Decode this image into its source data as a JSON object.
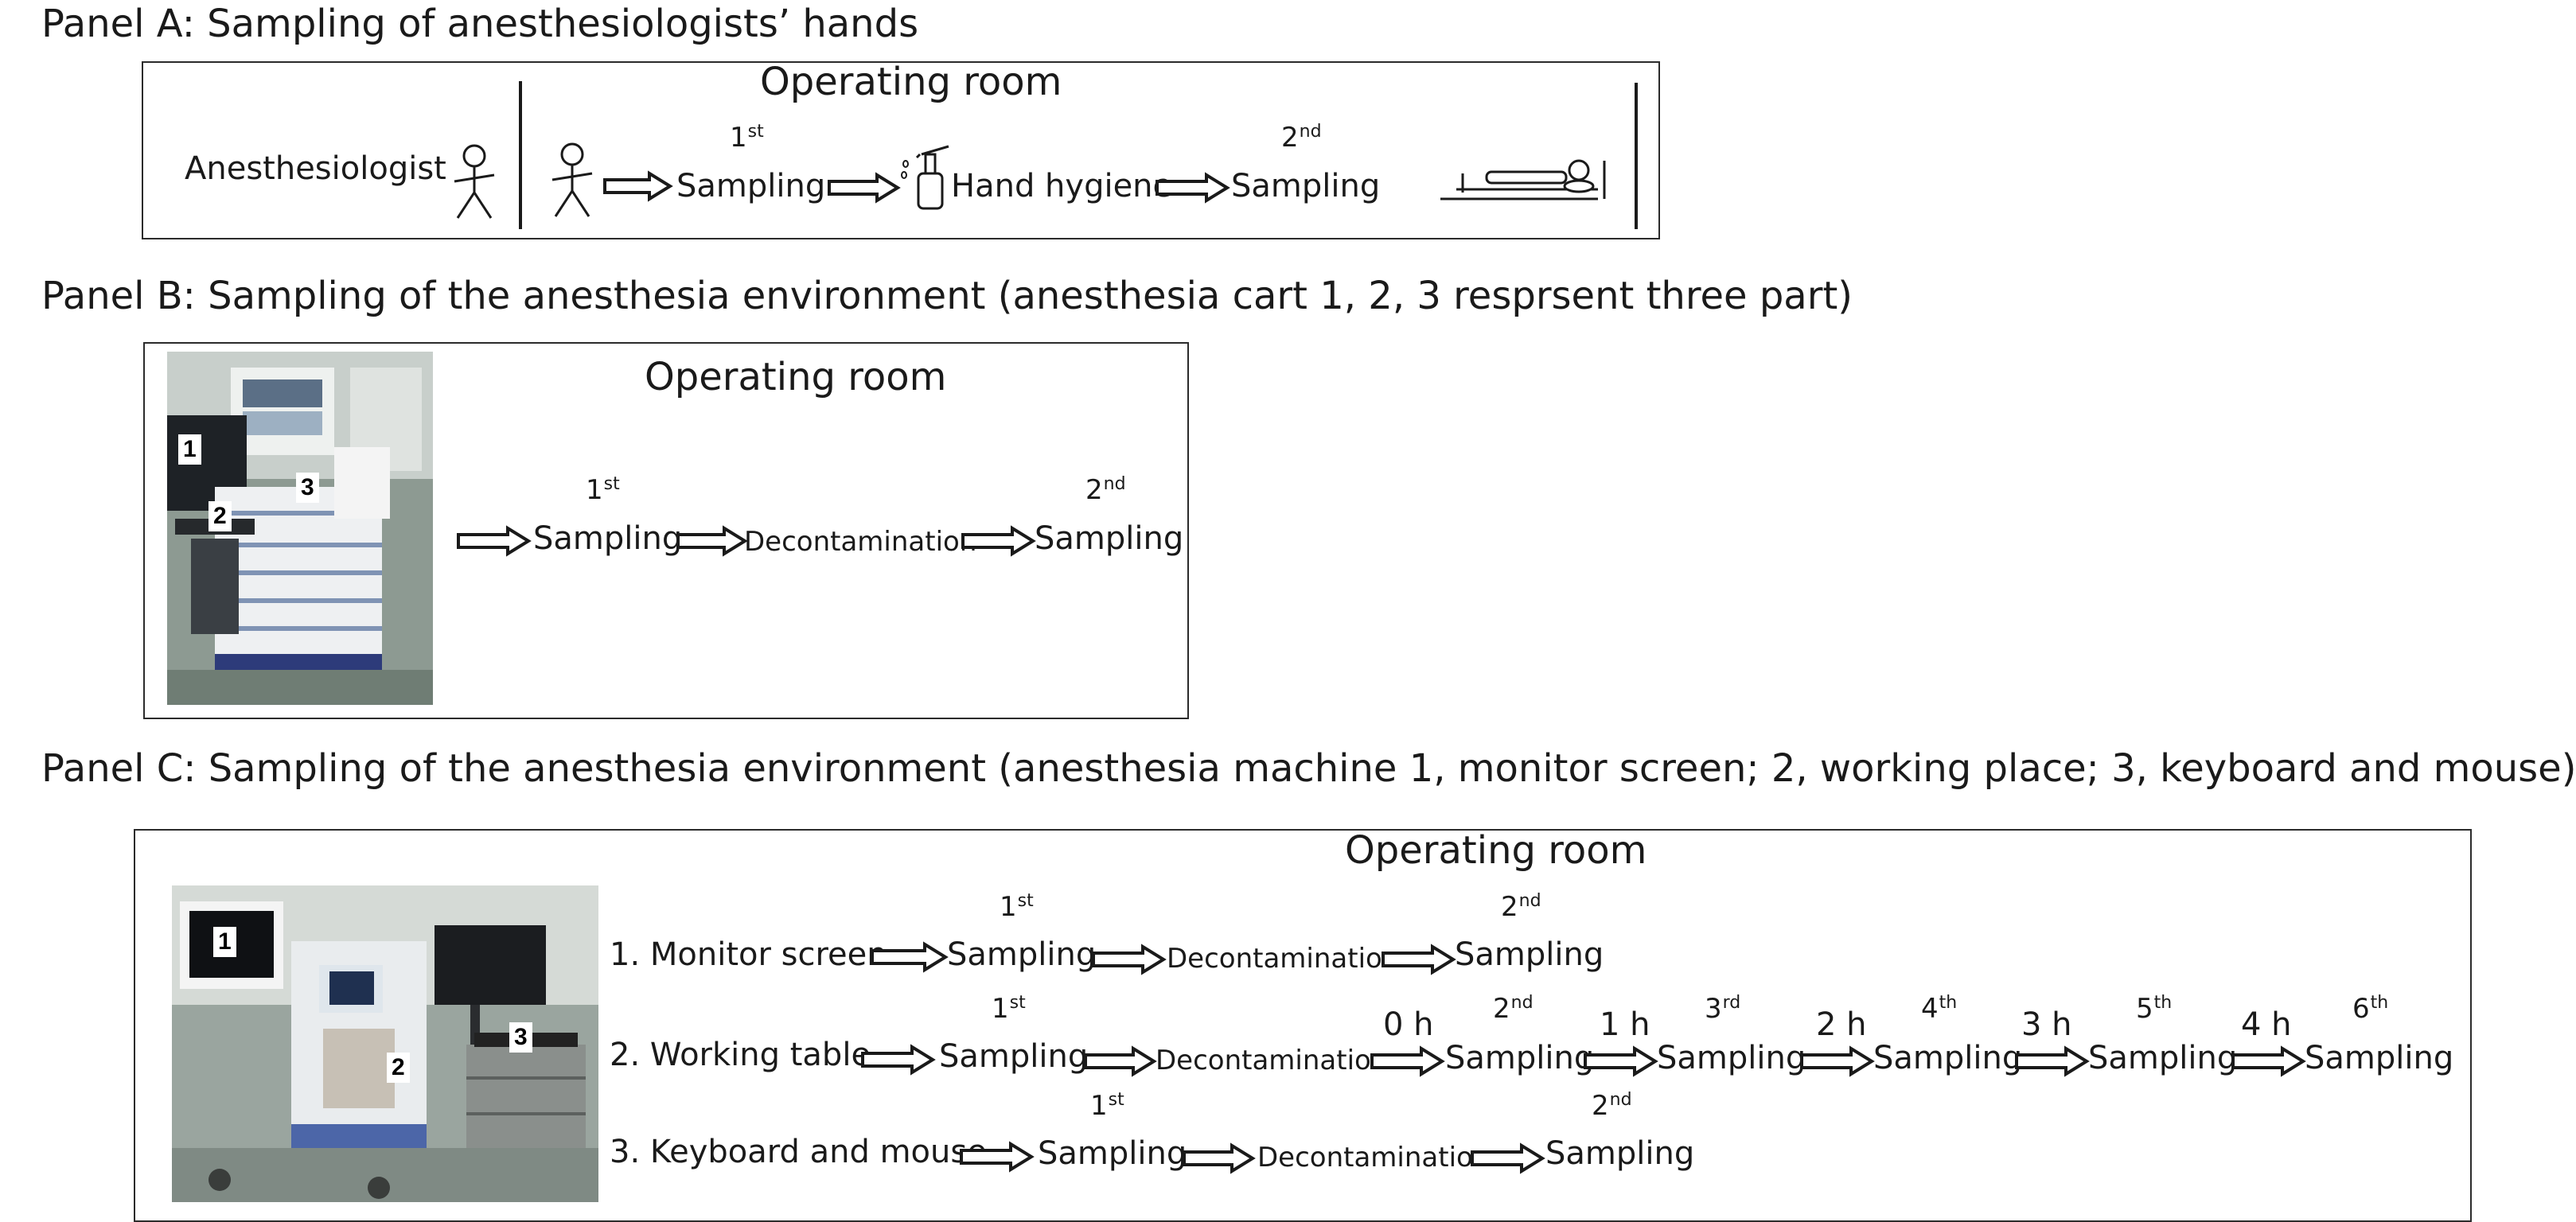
{
  "panel_a": {
    "title": "Panel A: Sampling of anesthesiologists’ hands",
    "room_label": "Operating room",
    "anesthesiologist_label": "Anesthesiologist",
    "first_ord": {
      "num": "1",
      "suf": "st"
    },
    "sampling_1": "Sampling",
    "hand_hygiene": "Hand hygiene",
    "second_ord": {
      "num": "2",
      "suf": "nd"
    },
    "sampling_2": "Sampling"
  },
  "panel_b": {
    "title": "Panel B: Sampling of the anesthesia environment (anesthesia cart 1, 2, 3 resprsent three part)",
    "room_label": "Operating room",
    "photo_labels": [
      "1",
      "2",
      "3"
    ],
    "first_ord": {
      "num": "1",
      "suf": "st"
    },
    "sampling_1": "Sampling",
    "decontamination": "Decontamination",
    "second_ord": {
      "num": "2",
      "suf": "nd"
    },
    "sampling_2": "Sampling"
  },
  "panel_c": {
    "title": "Panel C: Sampling of the anesthesia environment (anesthesia machine 1, monitor screen; 2, working place; 3, keyboard and mouse)",
    "room_label": "Operating room",
    "photo_labels": [
      "1",
      "2",
      "3"
    ],
    "row1": {
      "label": "1. Monitor screen",
      "first_ord": {
        "num": "1",
        "suf": "st"
      },
      "sampling_1": "Sampling",
      "decontamination": "Decontamination",
      "second_ord": {
        "num": "2",
        "suf": "nd"
      },
      "sampling_2": "Sampling"
    },
    "row2": {
      "label": "2. Working table",
      "first_ord": {
        "num": "1",
        "suf": "st"
      },
      "sampling_1": "Sampling",
      "decontamination": "Decontamination",
      "steps": [
        {
          "hours": "0 h",
          "ord": {
            "num": "2",
            "suf": "nd"
          },
          "label": "Sampling"
        },
        {
          "hours": "1 h",
          "ord": {
            "num": "3",
            "suf": "rd"
          },
          "label": "Sampling"
        },
        {
          "hours": "2 h",
          "ord": {
            "num": "4",
            "suf": "th"
          },
          "label": "Sampling"
        },
        {
          "hours": "3 h",
          "ord": {
            "num": "5",
            "suf": "th"
          },
          "label": "Sampling"
        },
        {
          "hours": "4 h",
          "ord": {
            "num": "6",
            "suf": "th"
          },
          "label": "Sampling"
        }
      ]
    },
    "row3": {
      "label": "3. Keyboard and mouse",
      "first_ord": {
        "num": "1",
        "suf": "st"
      },
      "sampling_1": "Sampling",
      "decontamination": "Decontamination",
      "second_ord": {
        "num": "2",
        "suf": "nd"
      },
      "sampling_2": "Sampling"
    }
  }
}
